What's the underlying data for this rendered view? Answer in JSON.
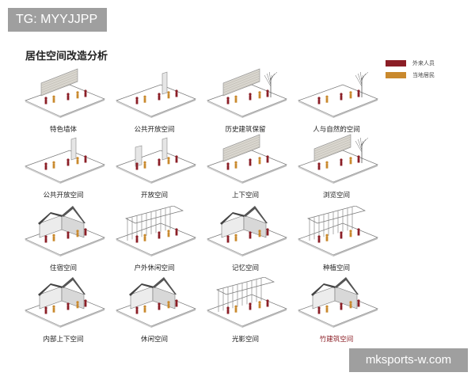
{
  "watermark_tag": "TG: MYYJJPP",
  "title": "居住空间改造分析",
  "legend": [
    {
      "label": "外来人员",
      "color": "#8b1e26"
    },
    {
      "label": "当地居民",
      "color": "#c9892d"
    }
  ],
  "cells": [
    {
      "label": "特色墙体",
      "kind": "wall"
    },
    {
      "label": "公共开放空间",
      "kind": "panel"
    },
    {
      "label": "历史建筑保留",
      "kind": "tree-wall"
    },
    {
      "label": "人与自然的空间",
      "kind": "tree"
    },
    {
      "label": "公共开放空间",
      "kind": "panel"
    },
    {
      "label": "开放空间",
      "kind": "fold"
    },
    {
      "label": "上下空间",
      "kind": "wall"
    },
    {
      "label": "浏览空间",
      "kind": "tree-wall"
    },
    {
      "label": "住宿空间",
      "kind": "house"
    },
    {
      "label": "户外休闲空间",
      "kind": "pergola"
    },
    {
      "label": "记忆空间",
      "kind": "house"
    },
    {
      "label": "种植空间",
      "kind": "pergola"
    },
    {
      "label": "内部上下空间",
      "kind": "house"
    },
    {
      "label": "休闲空间",
      "kind": "house"
    },
    {
      "label": "光影空间",
      "kind": "pergola"
    },
    {
      "label": "竹建筑空间",
      "kind": "house",
      "accent": true
    }
  ],
  "website_watermark": "mksports-w.com"
}
